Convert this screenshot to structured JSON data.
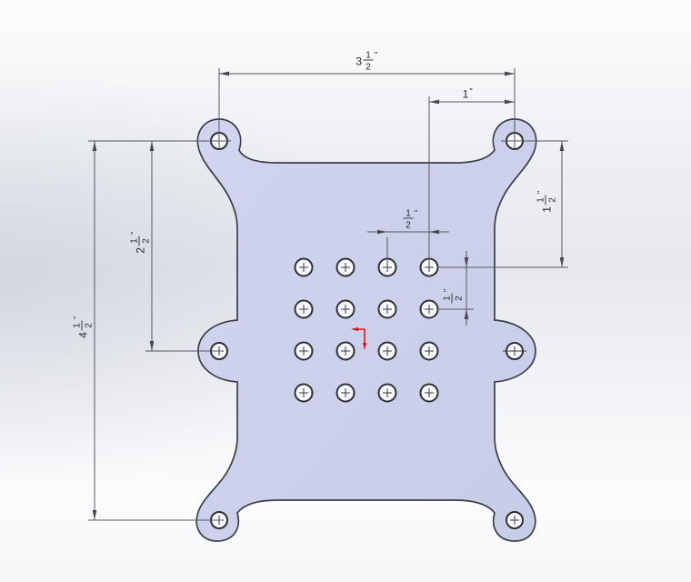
{
  "colors": {
    "part_fill": "#cbd0ea",
    "part_edge": "#3b3e46",
    "dimension_line": "#55585e",
    "dimension_text": "#26282b",
    "origin_marker": "#e91210",
    "hole_fill": "#f7f8fb",
    "background_gray": "#e6e8ed",
    "background_white": "#fdfdfe"
  },
  "holes": {
    "tab_hole_count": 6,
    "grid_hole_count": 16,
    "grid_rows": 4,
    "grid_cols": 4
  },
  "dimensions": {
    "width_3_5": {
      "whole": "3",
      "num": "1",
      "den": "2",
      "unit": "\""
    },
    "offset_1": {
      "whole": "1",
      "unit": "\""
    },
    "height_4_5": {
      "whole": "4",
      "num": "1",
      "den": "2",
      "unit": "\""
    },
    "offset_2_5": {
      "whole": "2",
      "num": "1",
      "den": "2",
      "unit": "\""
    },
    "grid_col_0_5": {
      "num": "1",
      "den": "2",
      "unit": "\""
    },
    "grid_row_0_5": {
      "num": "1",
      "den": "2",
      "unit": "\""
    },
    "offset_1_5": {
      "whole": "1",
      "num": "1",
      "den": "2",
      "unit": "\""
    }
  }
}
